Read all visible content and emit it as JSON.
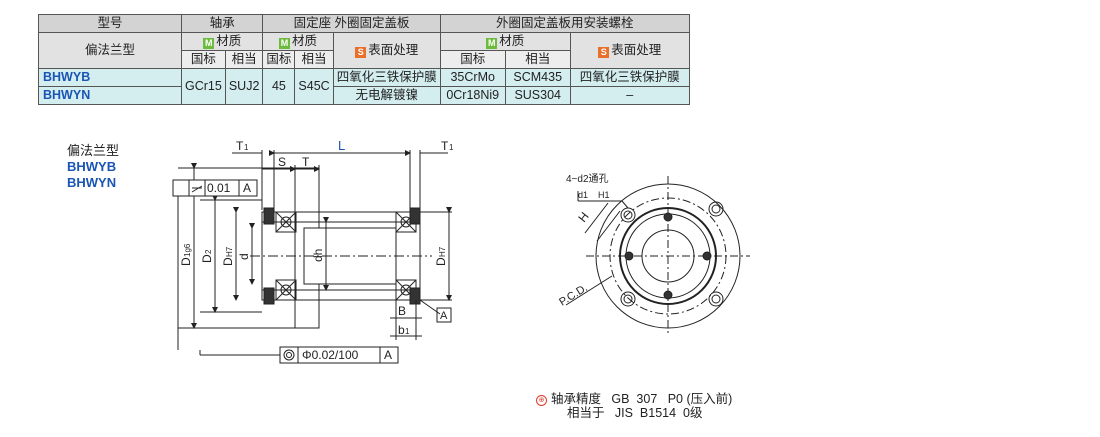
{
  "table": {
    "h_model": "型号",
    "h_bearing": "轴承",
    "h_fixed": "固定座 外圈固定盖板",
    "h_bolt": "外圈固定盖板用安装螺栓",
    "h_type": "偏法兰型",
    "h_material": "材质",
    "h_surface": "表面处理",
    "m_tag": "M",
    "s_tag": "S",
    "h_std": "国标",
    "h_eq": "相当",
    "rows": [
      {
        "code": "BHWYB",
        "surface1": "四氧化三铁保护膜",
        "bolt_std": "35CrMo",
        "bolt_eq": "SCM435",
        "surface2": "四氧化三铁保护膜"
      },
      {
        "code": "BHWYN",
        "surface1": "无电解镀镍",
        "bolt_std": "0Cr18Ni9",
        "bolt_eq": "SUS304",
        "surface2": "–"
      }
    ],
    "bearing_std": "GCr15",
    "bearing_eq": "SUJ2",
    "fixed_std": "45",
    "fixed_eq": "S45C"
  },
  "drawing": {
    "label_type": "偏法兰型",
    "label_code1": "BHWYB",
    "label_code2": "BHWYN",
    "dim_T1_left": "T",
    "dim_T1_sub": "1",
    "dim_L": "L",
    "dim_T1_right": "T",
    "dim_S": "S",
    "dim_T": "T",
    "tol_flat": "0.01",
    "datum_A": "A",
    "dim_D": "D",
    "dim_D_sub": "1g6",
    "dim_D2": "D",
    "dim_D2_sub": "2",
    "dim_DH7": "D",
    "dim_DH7_sub": "H7",
    "dim_d": "d",
    "dim_dh": "dh",
    "dim_DH7r": "D",
    "dim_DH7r_sub": "H7",
    "dim_B": "B",
    "dim_b": "b",
    "dim_b_sub": "1",
    "tol_conc": "Φ0.02/100",
    "hole_label": "4−d2通孔",
    "hole_sub": "d1 ",
    "hole_depth": "H1",
    "dim_H": "H",
    "dim_pcd": "P.C.D."
  },
  "notes": {
    "icon": "⊕",
    "line1": "轴承精度   GB  307   P0 (压入前)",
    "line2": "相当于   JIS  B1514  0级"
  }
}
